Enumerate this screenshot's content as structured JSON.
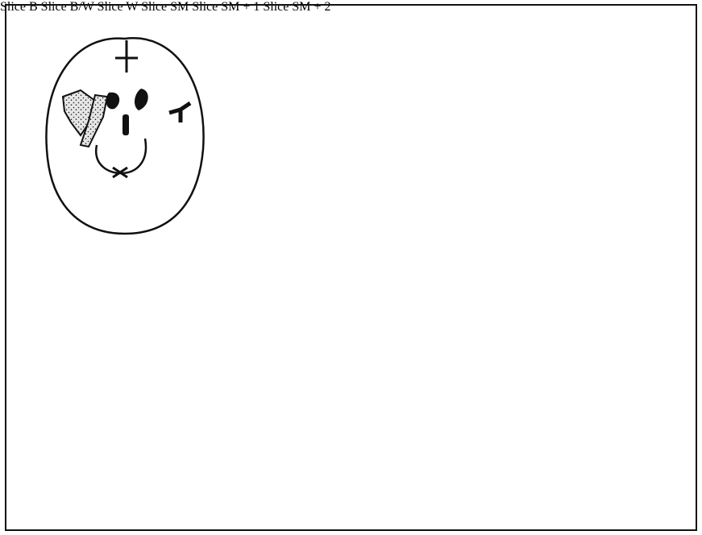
{
  "labels": {
    "b": "Slice B",
    "bw": "Slice B/W",
    "w": "Slice W",
    "sm": "Slice SM",
    "sm1": "Slice SM + 1",
    "sm2": "Slice SM + 2"
  },
  "colors": {
    "ink": "#111111",
    "background": "#ffffff",
    "lesion_fill": "#e4e4e4"
  },
  "icons": {
    "lesion": "stippled-lesion",
    "ventricle": "black-ventricle",
    "pointer": "arrow"
  }
}
